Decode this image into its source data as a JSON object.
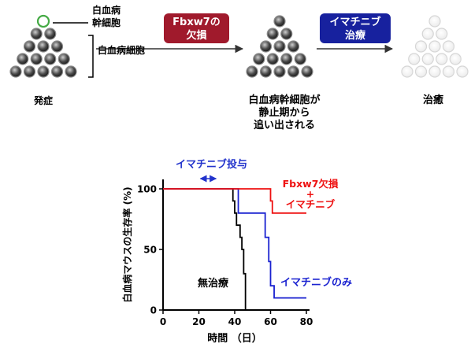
{
  "diagram": {
    "stem_label": "白血病\n幹細胞",
    "cells_label": "白血病細胞",
    "onset_label": "発症",
    "step1": {
      "label": "Fbxw7の\n欠損",
      "color": "#a01a2c"
    },
    "step2": {
      "label": "イマチニブ\n治療",
      "color": "#17219e"
    },
    "middle_caption": "白血病幹細胞が\n静止期から\n追い出される",
    "cure_label": "治癒"
  },
  "chart_data": {
    "type": "line",
    "title": "",
    "xlabel": "時間 （日）",
    "ylabel": "白血病マウスの生存率 (%)",
    "xlim": [
      0,
      80
    ],
    "ylim": [
      0,
      100
    ],
    "xticks": [
      0,
      20,
      40,
      60,
      80
    ],
    "yticks": [
      0,
      50,
      100
    ],
    "annotation": {
      "label": "イマチニブ投与",
      "color": "#2233cc",
      "range": [
        20,
        30
      ]
    },
    "series": [
      {
        "name": "無治療",
        "color": "#000000",
        "steps": [
          [
            0,
            100
          ],
          [
            38,
            100
          ],
          [
            39,
            90
          ],
          [
            40,
            80
          ],
          [
            41,
            70
          ],
          [
            43,
            60
          ],
          [
            44,
            50
          ],
          [
            45,
            30
          ],
          [
            46,
            0
          ]
        ]
      },
      {
        "name": "イマチニブのみ",
        "color": "#1a22d0",
        "steps": [
          [
            0,
            100
          ],
          [
            40,
            100
          ],
          [
            42,
            80
          ],
          [
            56,
            80
          ],
          [
            57,
            60
          ],
          [
            59,
            40
          ],
          [
            60,
            20
          ],
          [
            62,
            10
          ],
          [
            80,
            10
          ]
        ]
      },
      {
        "name": "Fbxw7欠損\n+\nイマチニブ",
        "color": "#ee1111",
        "steps": [
          [
            0,
            100
          ],
          [
            55,
            100
          ],
          [
            60,
            90
          ],
          [
            61,
            80
          ],
          [
            80,
            80
          ]
        ]
      }
    ]
  }
}
